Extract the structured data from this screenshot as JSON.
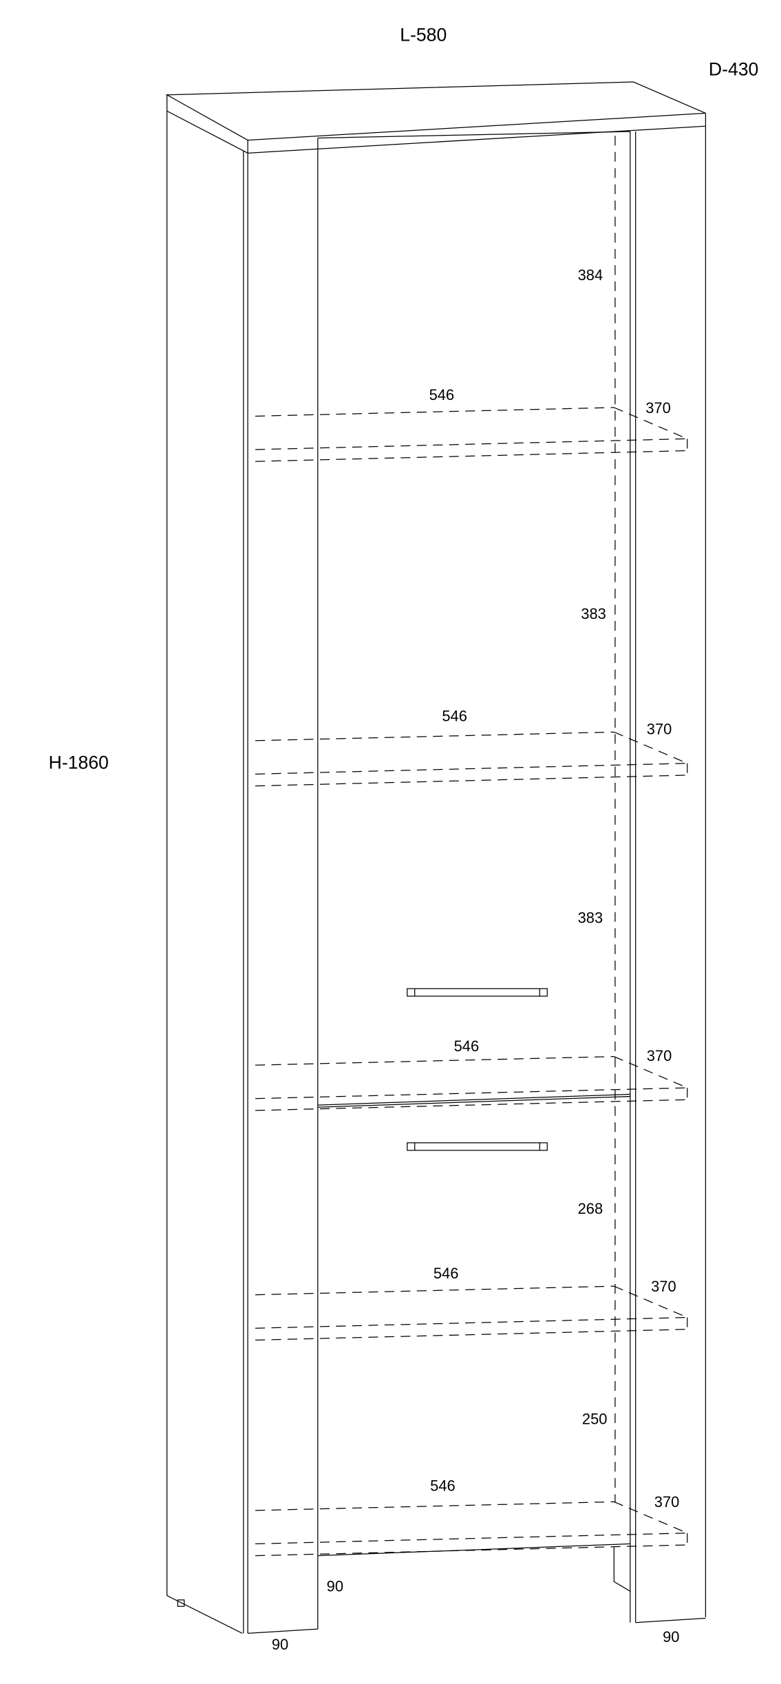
{
  "dimensions": {
    "length": "L-580",
    "depth": "D-430",
    "height": "H-1860"
  },
  "compartments": [
    {
      "height": "384"
    },
    {
      "height": "383"
    },
    {
      "height": "383"
    },
    {
      "height": "268"
    },
    {
      "height": "250"
    }
  ],
  "shelves": [
    {
      "width": "546",
      "depth": "370"
    },
    {
      "width": "546",
      "depth": "370"
    },
    {
      "width": "546",
      "depth": "370"
    },
    {
      "width": "546",
      "depth": "370"
    },
    {
      "width": "546",
      "depth": "370"
    }
  ],
  "plinth": {
    "front_height": "90",
    "left_width": "90",
    "right_width": "90"
  },
  "colors": {
    "line": "#000000",
    "background": "#ffffff"
  }
}
